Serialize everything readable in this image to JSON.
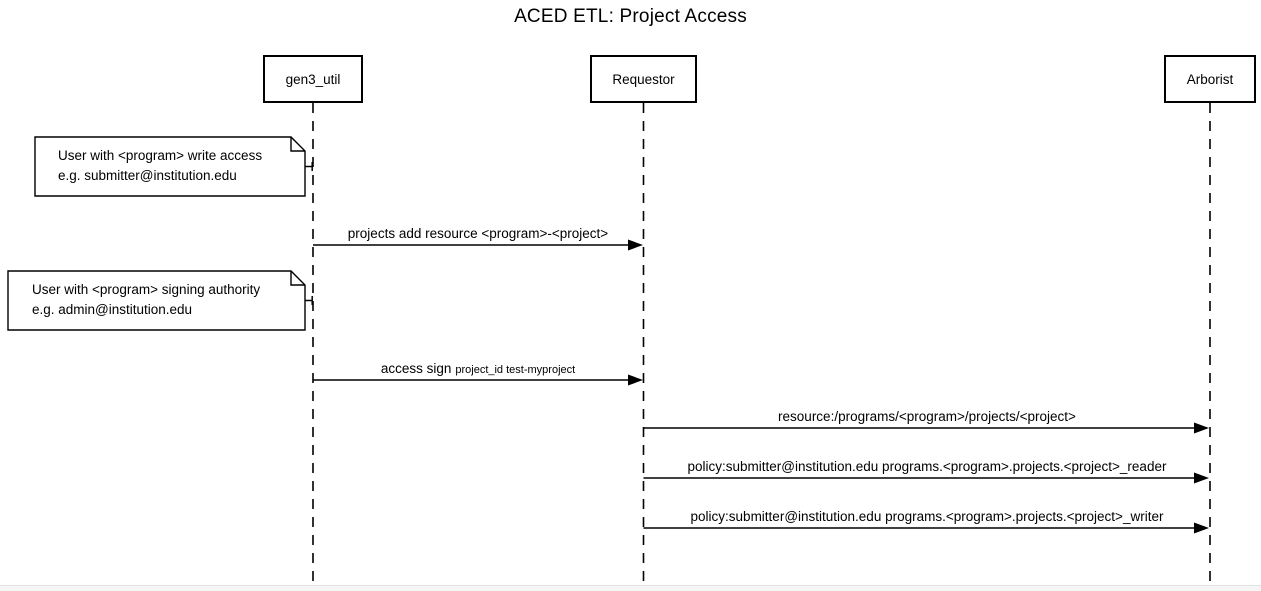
{
  "title": "ACED ETL: Project Access",
  "colors": {
    "line": "#000000",
    "background": "#ffffff"
  },
  "actors": [
    {
      "id": "gen3_util",
      "label": "gen3_util"
    },
    {
      "id": "requestor",
      "label": "Requestor"
    },
    {
      "id": "arborist",
      "label": "Arborist"
    }
  ],
  "notes": [
    {
      "target": "gen3_util",
      "lines": [
        "User with <program> write access",
        "e.g. submitter@institution.edu"
      ]
    },
    {
      "target": "gen3_util",
      "lines": [
        "User with <program> signing authority",
        "e.g. admin@institution.edu"
      ]
    }
  ],
  "messages": [
    {
      "from": "gen3_util",
      "to": "Requestor",
      "label": "projects add resource <program>-<project>"
    },
    {
      "from": "gen3_util",
      "to": "Requestor",
      "label": "access sign",
      "label_small": "project_id test-myproject"
    },
    {
      "from": "Requestor",
      "to": "Arborist",
      "label": "resource:/programs/<program>/projects/<project>"
    },
    {
      "from": "Requestor",
      "to": "Arborist",
      "label": "policy:submitter@institution.edu programs.<program>.projects.<project>_reader"
    },
    {
      "from": "Requestor",
      "to": "Arborist",
      "label": "policy:submitter@institution.edu programs.<program>.projects.<project>_writer"
    }
  ]
}
